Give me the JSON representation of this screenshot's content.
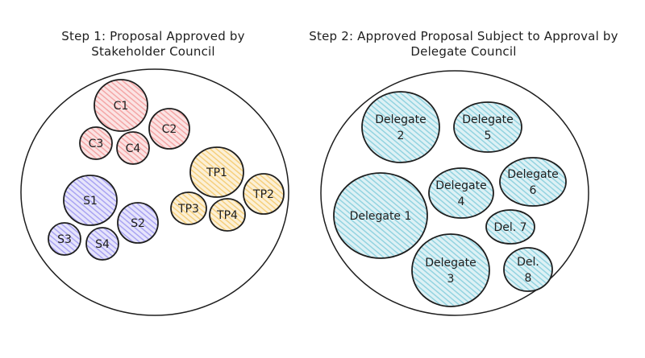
{
  "titles": {
    "step1": "Step 1: Proposal Approved by Stakeholder Council",
    "step2": "Step 2: Approved Proposal Subject to Approval by Delegate Council"
  },
  "colors": {
    "stroke": "#1e1e1e",
    "council": "#f4a6a6",
    "stakeholder": "#a9a4f2",
    "third_party": "#f5cf7d",
    "delegate": "#93d3e0"
  },
  "step1": {
    "groups": [
      {
        "name": "council",
        "color_key": "council",
        "members": [
          "C1",
          "C2",
          "C3",
          "C4"
        ]
      },
      {
        "name": "stakeholder",
        "color_key": "stakeholder",
        "members": [
          "S1",
          "S2",
          "S3",
          "S4"
        ]
      },
      {
        "name": "third-party",
        "color_key": "third_party",
        "members": [
          "TP1",
          "TP2",
          "TP3",
          "TP4"
        ]
      }
    ]
  },
  "step2": {
    "delegates": [
      {
        "id": "d1",
        "lines": [
          "Delegate 1"
        ]
      },
      {
        "id": "d2",
        "lines": [
          "Delegate",
          "2"
        ]
      },
      {
        "id": "d3",
        "lines": [
          "Delegate",
          "3"
        ]
      },
      {
        "id": "d4",
        "lines": [
          "Delegate",
          "4"
        ]
      },
      {
        "id": "d5",
        "lines": [
          "Delegate",
          "5"
        ]
      },
      {
        "id": "d6",
        "lines": [
          "Delegate",
          "6"
        ]
      },
      {
        "id": "d7",
        "lines": [
          "Del. 7"
        ]
      },
      {
        "id": "d8",
        "lines": [
          "Del.",
          "8"
        ]
      }
    ]
  }
}
